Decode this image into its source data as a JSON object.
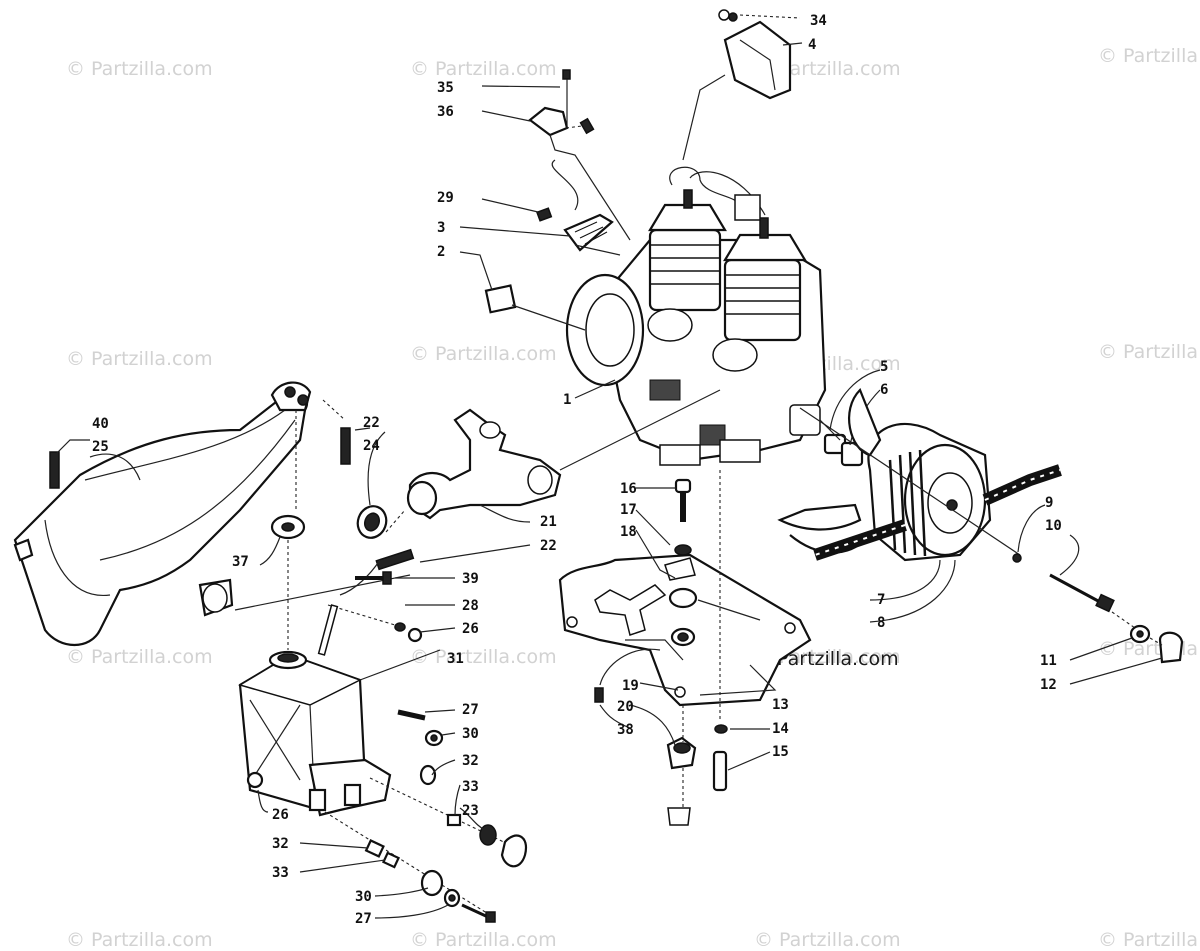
{
  "watermarks": [
    "© Partzilla.com",
    "© Partzilla.com",
    "© Partzilla.com",
    "© Partzilla.com",
    "© Partzilla.com",
    "© Partzilla.com",
    "© Partzilla.com",
    "© Partzilla.com",
    "© Partzilla.com",
    "© Partzilla.com",
    "© Partzilla.com",
    "© Partzilla.com",
    "© Partzilla.com",
    "© Partzilla.com",
    "© Partzilla.com",
    "© Partzilla.com"
  ],
  "center_watermark": "© Partzilla.com",
  "callouts": {
    "c1": "1",
    "c2": "2",
    "c3": "3",
    "c4": "4",
    "c5": "5",
    "c6": "6",
    "c7": "7",
    "c8": "8",
    "c9": "9",
    "c10": "10",
    "c11": "11",
    "c12": "12",
    "c13": "13",
    "c14": "14",
    "c15": "15",
    "c16": "16",
    "c17": "17",
    "c18": "18",
    "c19": "19",
    "c20": "20",
    "c21": "21",
    "c22a": "22",
    "c22b": "22",
    "c23": "23",
    "c24": "24",
    "c25": "25",
    "c26a": "26",
    "c26b": "26",
    "c27a": "27",
    "c27b": "27",
    "c28": "28",
    "c29": "29",
    "c30a": "30",
    "c30b": "30",
    "c31": "31",
    "c32a": "32",
    "c32b": "32",
    "c33a": "33",
    "c33b": "33",
    "c34": "34",
    "c35": "35",
    "c36": "36",
    "c37": "37",
    "c38": "38",
    "c39": "39",
    "c40": "40"
  }
}
